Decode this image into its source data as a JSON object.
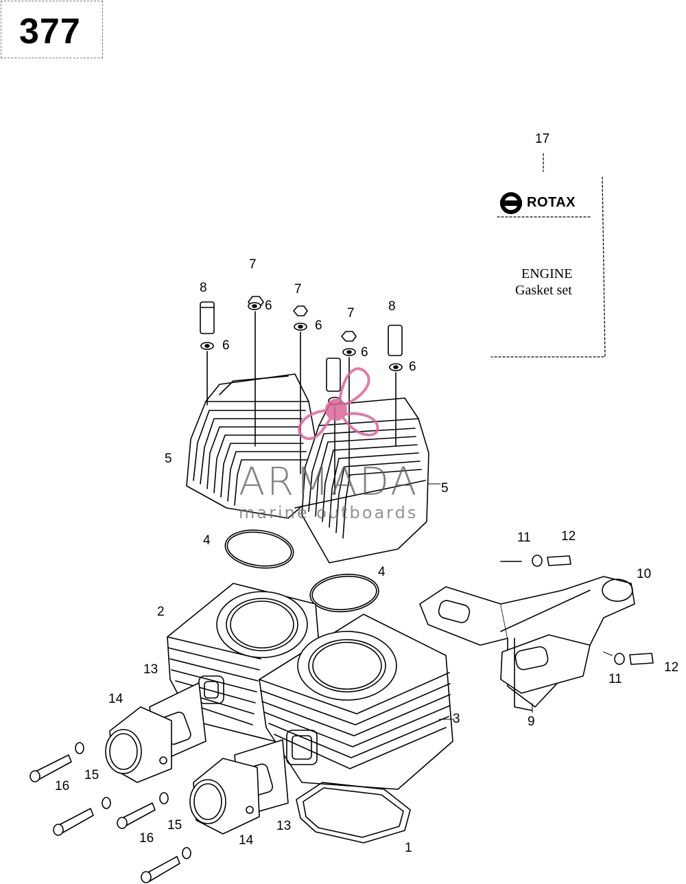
{
  "page_number": "377",
  "callouts": {
    "c1": "1",
    "c2": "2",
    "c3": "3",
    "c4a": "4",
    "c4b": "4",
    "c5a": "5",
    "c5b": "5",
    "c6a": "6",
    "c6b": "6",
    "c6c": "6",
    "c6d": "6",
    "c6e": "6",
    "c7a": "7",
    "c7b": "7",
    "c7c": "7",
    "c8a": "8",
    "c8b": "8",
    "c9": "9",
    "c10": "10",
    "c11a": "11",
    "c11b": "11",
    "c12a": "12",
    "c12b": "12",
    "c13a": "13",
    "c13b": "13",
    "c14a": "14",
    "c14b": "14",
    "c15a": "15",
    "c15b": "15",
    "c16a": "16",
    "c16b": "16",
    "c17": "17"
  },
  "gasket_kit": {
    "brand": "ROTAX",
    "title": "ENGINE",
    "subtitle": "Gasket set"
  },
  "watermark": {
    "name": "ARMADA",
    "tagline": "marine outboards",
    "accent_color": "#d9679c"
  },
  "colors": {
    "line": "#000000",
    "background": "#ffffff"
  }
}
